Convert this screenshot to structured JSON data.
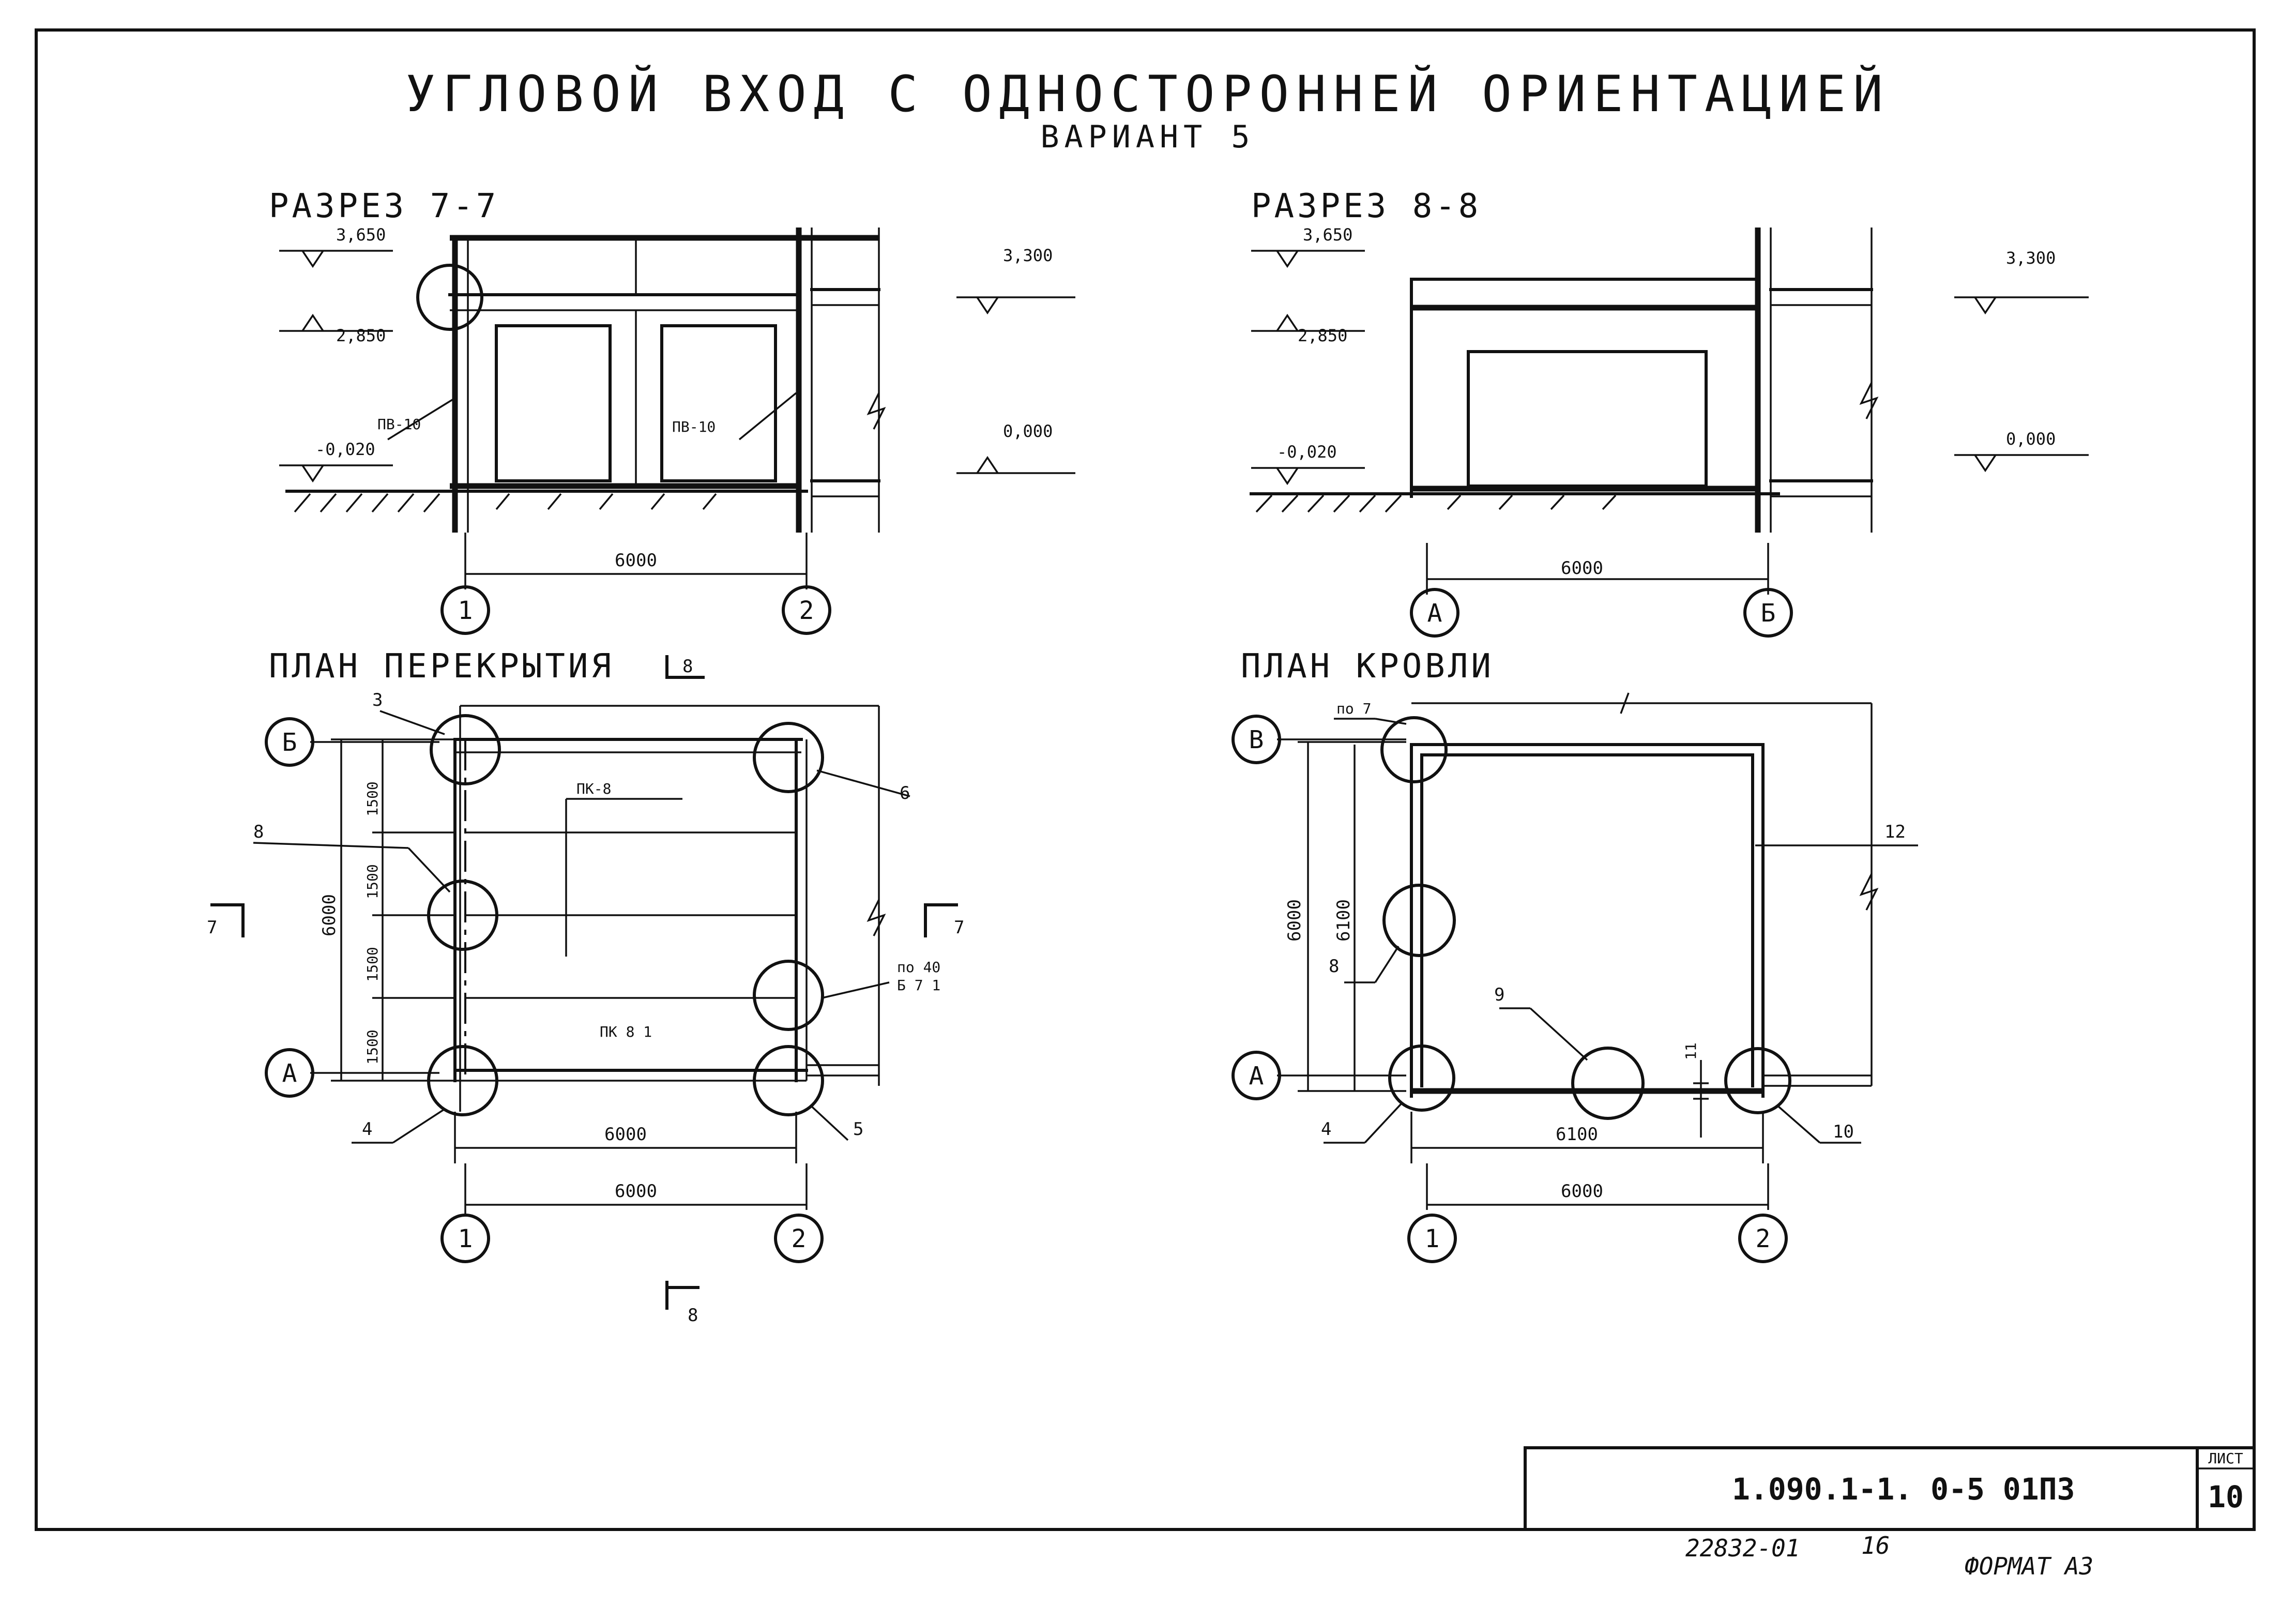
{
  "title": "УГЛОВОЙ ВХОД С ОДНОСТОРОННЕЙ ОРИЕНТАЦИЕЙ",
  "subtitle": "ВАРИАНТ 5",
  "section_7_7": {
    "heading": "РАЗРЕЗ 7-7",
    "levels": [
      "3,650",
      "2,850",
      "-0,020",
      "3,300",
      "0,000"
    ],
    "panel_labels": [
      "ПВ-10",
      "ПВ-10"
    ],
    "dimension": "6000",
    "axes": [
      "1",
      "2"
    ]
  },
  "section_8_8": {
    "heading": "РАЗРЕЗ 8-8",
    "levels": [
      "3,650",
      "2,850",
      "-0,020",
      "3,300",
      "0,000"
    ],
    "dimension": "6000",
    "axes": [
      "А",
      "Б"
    ]
  },
  "floor_plan": {
    "heading": "ПЛАН ПЕРЕКРЫТИЯ",
    "cut_mark": "8",
    "section_mark": "7",
    "labels": [
      "3",
      "6",
      "8",
      "4",
      "5",
      "ПК-8",
      "ПК 8 1",
      "по 40",
      "Б 7 1"
    ],
    "side_dims": [
      "1500",
      "1500",
      "1500",
      "1500"
    ],
    "total_dim": "6000",
    "inner_dim": "6000",
    "bottom_dim": "6000",
    "axes_rows": [
      "Б",
      "А"
    ],
    "axes_cols": [
      "1",
      "2"
    ]
  },
  "roof_plan": {
    "heading": "ПЛАН КРОВЛИ",
    "labels": [
      "по 7",
      "12",
      "8",
      "9",
      "11",
      "10",
      "4"
    ],
    "side_dim": "6000",
    "inner_side_dim": "6100",
    "inner_dim": "6100",
    "bottom_dim": "6000",
    "axes_rows": [
      "В",
      "А"
    ],
    "axes_cols": [
      "1",
      "2"
    ]
  },
  "stamp": {
    "code": "1.090.1-1. 0-5 01П3",
    "sheet_label": "ЛИСТ",
    "sheet_number": "10"
  },
  "footer": {
    "number": "22832-01",
    "page": "16",
    "format": "ФОРМАТ А3"
  }
}
